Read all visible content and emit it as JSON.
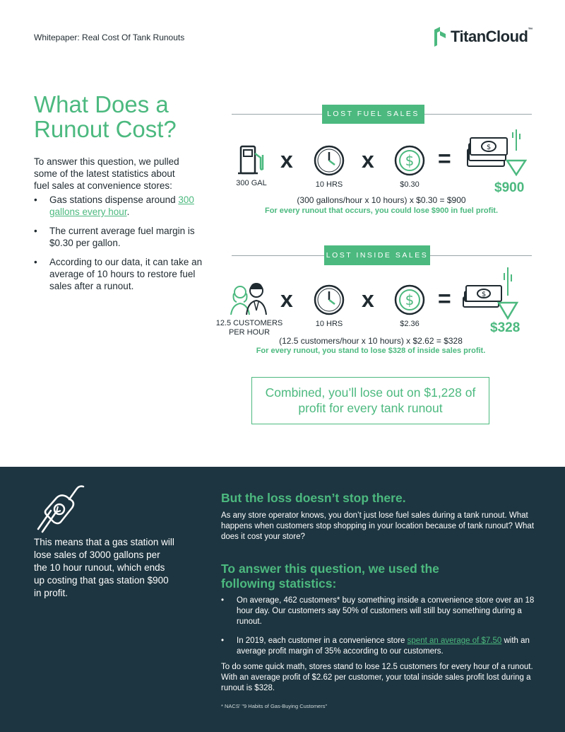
{
  "header": {
    "doc_title": "Whitepaper: Real Cost Of Tank Runouts",
    "logo_text": "TitanCloud",
    "logo_tm": "™"
  },
  "left": {
    "title": "What Does a Runout Cost?",
    "intro": "To answer this question, we pulled some of the latest statistics about fuel sales at convenience stores:",
    "bullets": [
      {
        "pre": "Gas stations dispense around ",
        "link": "300 gallons every hour",
        "post": "."
      },
      {
        "text": "The current average fuel margin is $0.30 per gallon."
      },
      {
        "text": "According to our data, it can take an average of 10 hours to restore fuel sales after a runout."
      }
    ]
  },
  "fuel": {
    "pill": "LOST FUEL SALES",
    "label1": "300 GAL",
    "label2": "10 HRS",
    "label3": "$0.30",
    "op_x": "x",
    "op_eq": "=",
    "total": "$900",
    "formula": "(300 gallons/hour x 10 hours) x $0.30 = $900",
    "summary": "For every runout that occurs, you could lose $900 in fuel profit."
  },
  "inside": {
    "pill": "LOST INSIDE SALES",
    "label1": "12.5 CUSTOMERS PER HOUR",
    "label2": "10 HRS",
    "label3": "$2.36",
    "total": "$328",
    "formula": "(12.5 customers/hour x 10 hours) x $2.62 = $328",
    "summary": "For every runout, you stand to lose $328 of inside sales profit."
  },
  "combined": "Combined, you’ll lose out on $1,228 of profit for every tank runout",
  "dark": {
    "left_text": "This means that a gas station will lose sales of 3000 gallons per the 10 hour runout, which ends up costing that gas station $900 in profit.",
    "h1": "But the loss doesn’t stop there.",
    "p1": "As any store operator knows, you don’t just lose fuel sales during a tank runout. What happens when customers stop shopping in your location because of tank runout? What does it cost your store?",
    "h2": "To answer this question, we used the following statistics:",
    "bullet1": "On average, 462 customers* buy something inside a convenience store over an 18 hour day. Our customers say 50% of customers will still buy something during a runout.",
    "bullet2_pre": "In 2019, each customer in a convenience store ",
    "bullet2_link": "spent an average of $7.50",
    "bullet2_post": " with an average profit margin of 35% according to our customers.",
    "p2": "To do some quick math, stores stand to lose 12.5 customers for every hour of a runout. With an average profit of $2.62 per customer, your total inside sales profit lost during a runout is $328.",
    "footnote": "* NACS' \"9 Habits of Gas-Buying Customers\""
  },
  "colors": {
    "accent": "#4cb97f",
    "dark": "#1d3540",
    "text": "#1f2a30"
  }
}
